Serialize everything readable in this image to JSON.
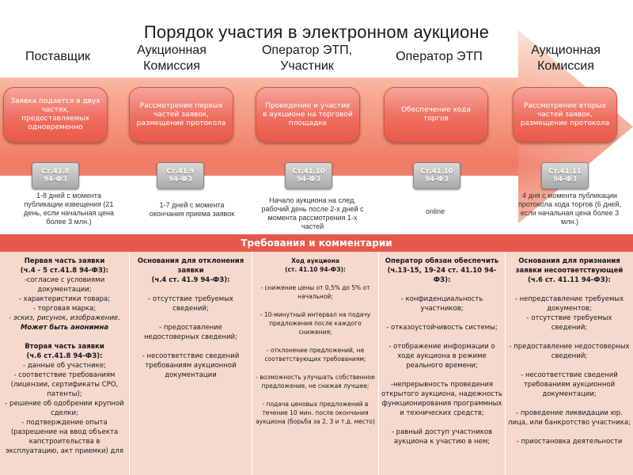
{
  "title": "Порядок участия в электронном аукционе",
  "roles": [
    {
      "label": "Поставщик"
    },
    {
      "label": "Аукционная Комиссия"
    },
    {
      "label": "Оператор ЭТП, Участник"
    },
    {
      "label": "Оператор ЭТП"
    },
    {
      "label": "Аукционная Комиссия"
    }
  ],
  "stages": [
    {
      "label": "Заявка подается в двух частях, предоставляемых одновременно",
      "art_line1": "Ст.41.8",
      "art_line2": "94-ФЗ",
      "note": "1-8 дней с момента публикации извещения (21 день, если начальная цена более 3 млн.)"
    },
    {
      "label": "Рассмотрение первых частей заявок, размещение протокола",
      "art_line1": "Ст.41.9",
      "art_line2": "94-ФЗ",
      "note": "1-7 дней с момента окончания приема заявок"
    },
    {
      "label": "Проведение и участие в аукционе на торговой площадке",
      "art_line1": "Ст.41.10",
      "art_line2": "94-ФЗ",
      "note": "Начало аукциона на след. рабочий день после 2-х дней с момента рассмотрения 1-х частей"
    },
    {
      "label": "Обеспечение хода торгов",
      "art_line1": "Ст.41.10",
      "art_line2": "94-ФЗ",
      "note": "online"
    },
    {
      "label": "Рассмотрение вторых частей заявок, размещение протокола",
      "art_line1": "Ст.41.11",
      "art_line2": "94-ФЗ",
      "note": "4 дня с момента публикации протокола хода торгов (6 дней, если начальная цена более 3 млн.)"
    }
  ],
  "requirements": {
    "header": "Требования и комментарии",
    "columns": [
      {
        "items": [
          {
            "t": "Первая часть заявки",
            "s": "b"
          },
          {
            "t": "(ч.4 - 5 ст.41.8 94-ФЗ):",
            "s": "b"
          },
          {
            "t": "-согласие с условиями документации;"
          },
          {
            "t": "- характеристики товара;"
          },
          {
            "t": "- торговая марка;"
          },
          {
            "t": "- эскиз, рисунок, изображение.",
            "s": "i"
          },
          {
            "t": "Может быть анонимна",
            "s": "bi"
          },
          {
            "t": "",
            "s": "sp"
          },
          {
            "t": "Вторая часть заявки",
            "s": "b"
          },
          {
            "t": "(ч.6 ст.41.8 94-ФЗ):",
            "s": "b"
          },
          {
            "t": "- данные об участнике;"
          },
          {
            "t": "- соответствие требованиям (лицензии, сертификаты СРО, патенты);"
          },
          {
            "t": "- решение об одобрении крупной сделки;"
          },
          {
            "t": "- подтверждение опыта (разрешение на ввод объекта капстроительства в эксплуатацию, акт приемки) для"
          }
        ]
      },
      {
        "items": [
          {
            "t": "Основания для отклонения заявки",
            "s": "b"
          },
          {
            "t": "(ч.4 ст. 41.9 94-ФЗ):",
            "s": "b"
          },
          {
            "t": "",
            "s": "sp"
          },
          {
            "t": "- отсутствие требуемых сведений;"
          },
          {
            "t": "",
            "s": "sp"
          },
          {
            "t": "- предоставление недостоверных сведений;"
          },
          {
            "t": "",
            "s": "sp"
          },
          {
            "t": "- несоответствие сведений требованиям аукционной документации"
          }
        ]
      },
      {
        "items": [
          {
            "t": "Ход аукциона",
            "s": "b"
          },
          {
            "t": "(ст. 41.10 94-ФЗ):",
            "s": "b"
          },
          {
            "t": "",
            "s": "sp"
          },
          {
            "t": "- снижение цены от 0,5% до 5% от начальной;"
          },
          {
            "t": "",
            "s": "sp"
          },
          {
            "t": "- 10-минутный интервал на подачу предложения после каждого снижения;"
          },
          {
            "t": "",
            "s": "sp"
          },
          {
            "t": "- отклонение предложений, не соответствующих требованиям;"
          },
          {
            "t": "",
            "s": "sp"
          },
          {
            "t": "- возможность улучшать собственное предложение, не снижая лучшее;"
          },
          {
            "t": "",
            "s": "sp"
          },
          {
            "t": "- подача ценовых предложений в течение 10 мин. после окончания аукциона (борьба за 2, 3 и т.д. место)"
          }
        ]
      },
      {
        "items": [
          {
            "t": "Оператор обязан обеспечить",
            "s": "b"
          },
          {
            "t": "(ч.13-15, 19-24 ст. 41.10 94-ФЗ):",
            "s": "b"
          },
          {
            "t": "",
            "s": "sp"
          },
          {
            "t": "- конфиденциальность участников;"
          },
          {
            "t": "",
            "s": "sp"
          },
          {
            "t": "- отказоустойчивость системы;"
          },
          {
            "t": "",
            "s": "sp"
          },
          {
            "t": "- отображение информации о ходе аукциона в режиме реального времени;"
          },
          {
            "t": "",
            "s": "sp"
          },
          {
            "t": "-непрерывность проведения открытого аукциона, надежность функционирования программных и технических средств;"
          },
          {
            "t": "",
            "s": "sp"
          },
          {
            "t": "- равный доступ участников аукциона к участию в нем;"
          }
        ]
      },
      {
        "items": [
          {
            "t": "Основания для признания заявки несоответствующей",
            "s": "b"
          },
          {
            "t": "(ч.6 ст. 41.11 94-ФЗ):",
            "s": "b"
          },
          {
            "t": "",
            "s": "sp"
          },
          {
            "t": "- непредставление требуемых документов;"
          },
          {
            "t": "- отсутствие требуемых сведений;"
          },
          {
            "t": "",
            "s": "sp"
          },
          {
            "t": "- предоставление недостоверных сведений;"
          },
          {
            "t": "",
            "s": "sp"
          },
          {
            "t": "- несоответствие сведений требованиям аукционной документации;"
          },
          {
            "t": "",
            "s": "sp"
          },
          {
            "t": "- проведение ликвидации юр. лица, или банкротство участника;"
          },
          {
            "t": "",
            "s": "sp"
          },
          {
            "t": "- приостановка деятельности"
          }
        ]
      }
    ]
  },
  "colors": {
    "stage": "#ee6f5f",
    "arrow": "#f08a72",
    "header": "#e8584a",
    "table_bg": "#f6d8cd",
    "badge": "#a9a9a9"
  }
}
